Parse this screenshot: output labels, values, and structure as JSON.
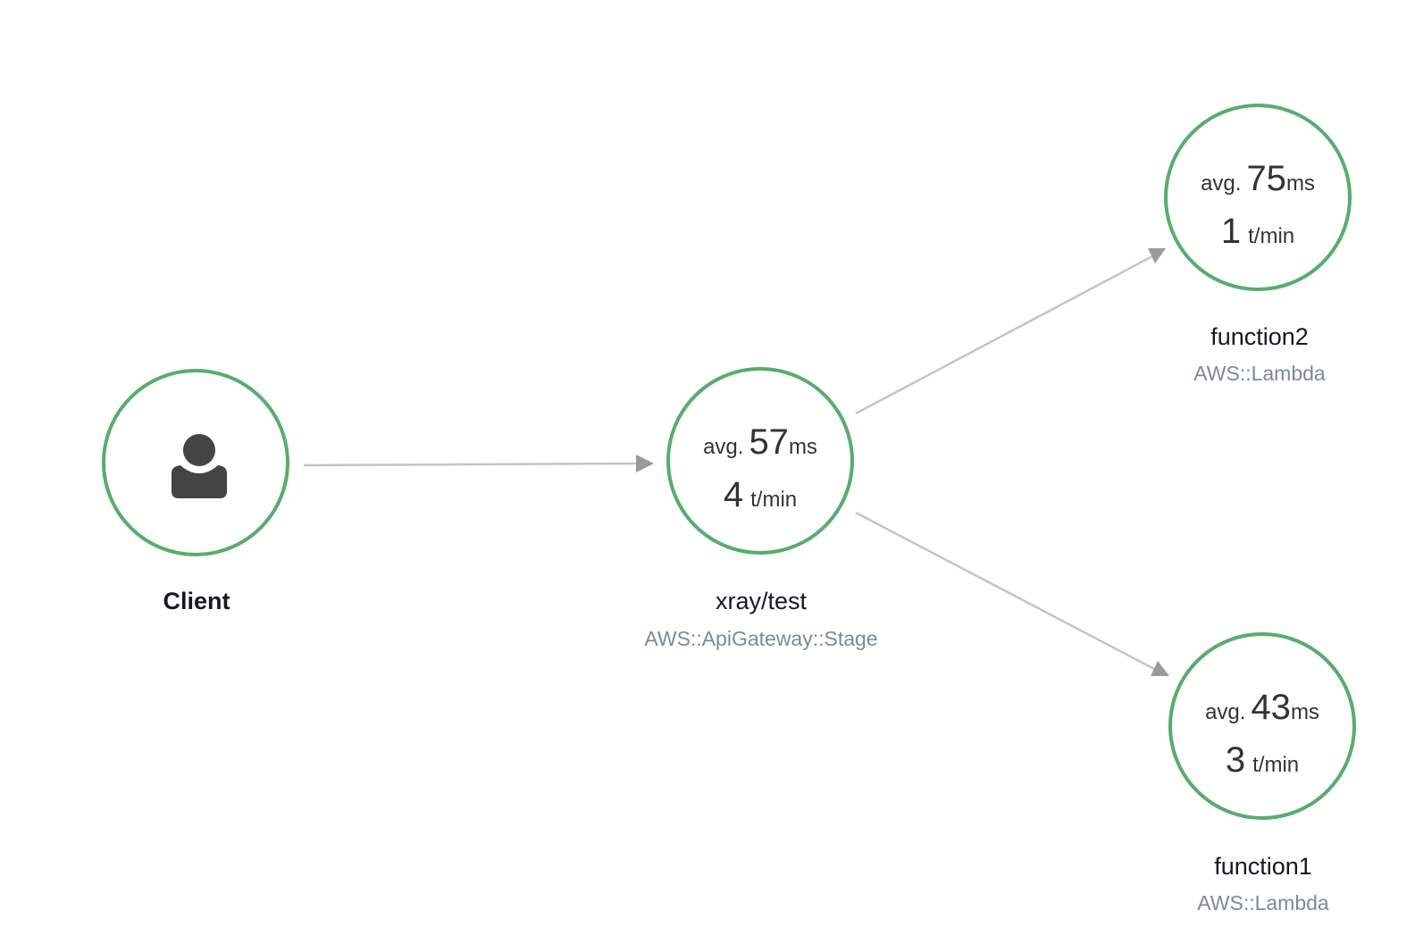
{
  "nodes": {
    "client": {
      "name": "Client",
      "icon": "user-icon"
    },
    "gateway": {
      "name": "xray/test",
      "type": "AWS::ApiGateway::Stage",
      "avg_prefix": "avg.",
      "avg_value": "57",
      "avg_unit": "ms",
      "tpm_value": "4",
      "tpm_unit": "t/min"
    },
    "function2": {
      "name": "function2",
      "type": "AWS::Lambda",
      "avg_prefix": "avg.",
      "avg_value": "75",
      "avg_unit": "ms",
      "tpm_value": "1",
      "tpm_unit": "t/min"
    },
    "function1": {
      "name": "function1",
      "type": "AWS::Lambda",
      "avg_prefix": "avg.",
      "avg_value": "43",
      "avg_unit": "ms",
      "tpm_value": "3",
      "tpm_unit": "t/min"
    }
  },
  "edges": [
    {
      "from": "Client",
      "to": "xray/test"
    },
    {
      "from": "xray/test",
      "to": "function2"
    },
    {
      "from": "xray/test",
      "to": "function1"
    }
  ],
  "colors": {
    "healthy_ring": "#57ad6d",
    "edge": "#c4c4c4",
    "arrowhead": "#9a9a9a",
    "icon": "#444444",
    "type_text": "#7d8998"
  }
}
